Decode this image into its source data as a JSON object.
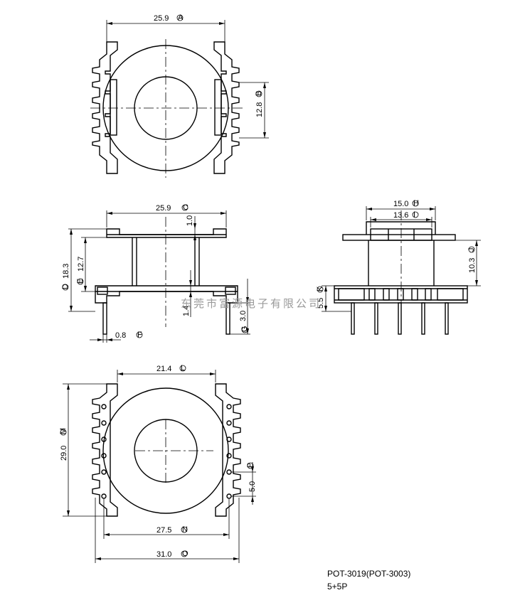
{
  "drawing": {
    "part_number": "POT-3019(POT-3003)",
    "pin_config": "5+5P",
    "watermark": "东莞市富源电子有限公司",
    "top_view": {
      "width": "25.9",
      "width_ref": "A",
      "slot": "12.8",
      "slot_ref": "B"
    },
    "front_view": {
      "width": "25.9",
      "width_ref": "C",
      "flange": "1.0",
      "total_height": "18.3",
      "total_height_ref": "D",
      "body_height": "12.7",
      "body_height_ref": "E",
      "base": "1.4",
      "pin_len": "3.0",
      "pin_len_ref": "G",
      "pin_dia": "0.8",
      "pin_dia_ref": "F"
    },
    "side_view": {
      "width": "15.0",
      "width_ref": "H",
      "inner": "13.6",
      "inner_ref": "I",
      "height": "10.3",
      "height_ref": "J",
      "base": "5.5",
      "base_ref": "K"
    },
    "bottom_view": {
      "inner_width": "21.4",
      "inner_width_ref": "L",
      "height": "29.0",
      "height_ref": "M",
      "pin_span": "27.5",
      "pin_span_ref": "N",
      "outer_width": "31.0",
      "outer_width_ref": "O",
      "pitch": "5.0",
      "pitch_ref": "P"
    }
  }
}
